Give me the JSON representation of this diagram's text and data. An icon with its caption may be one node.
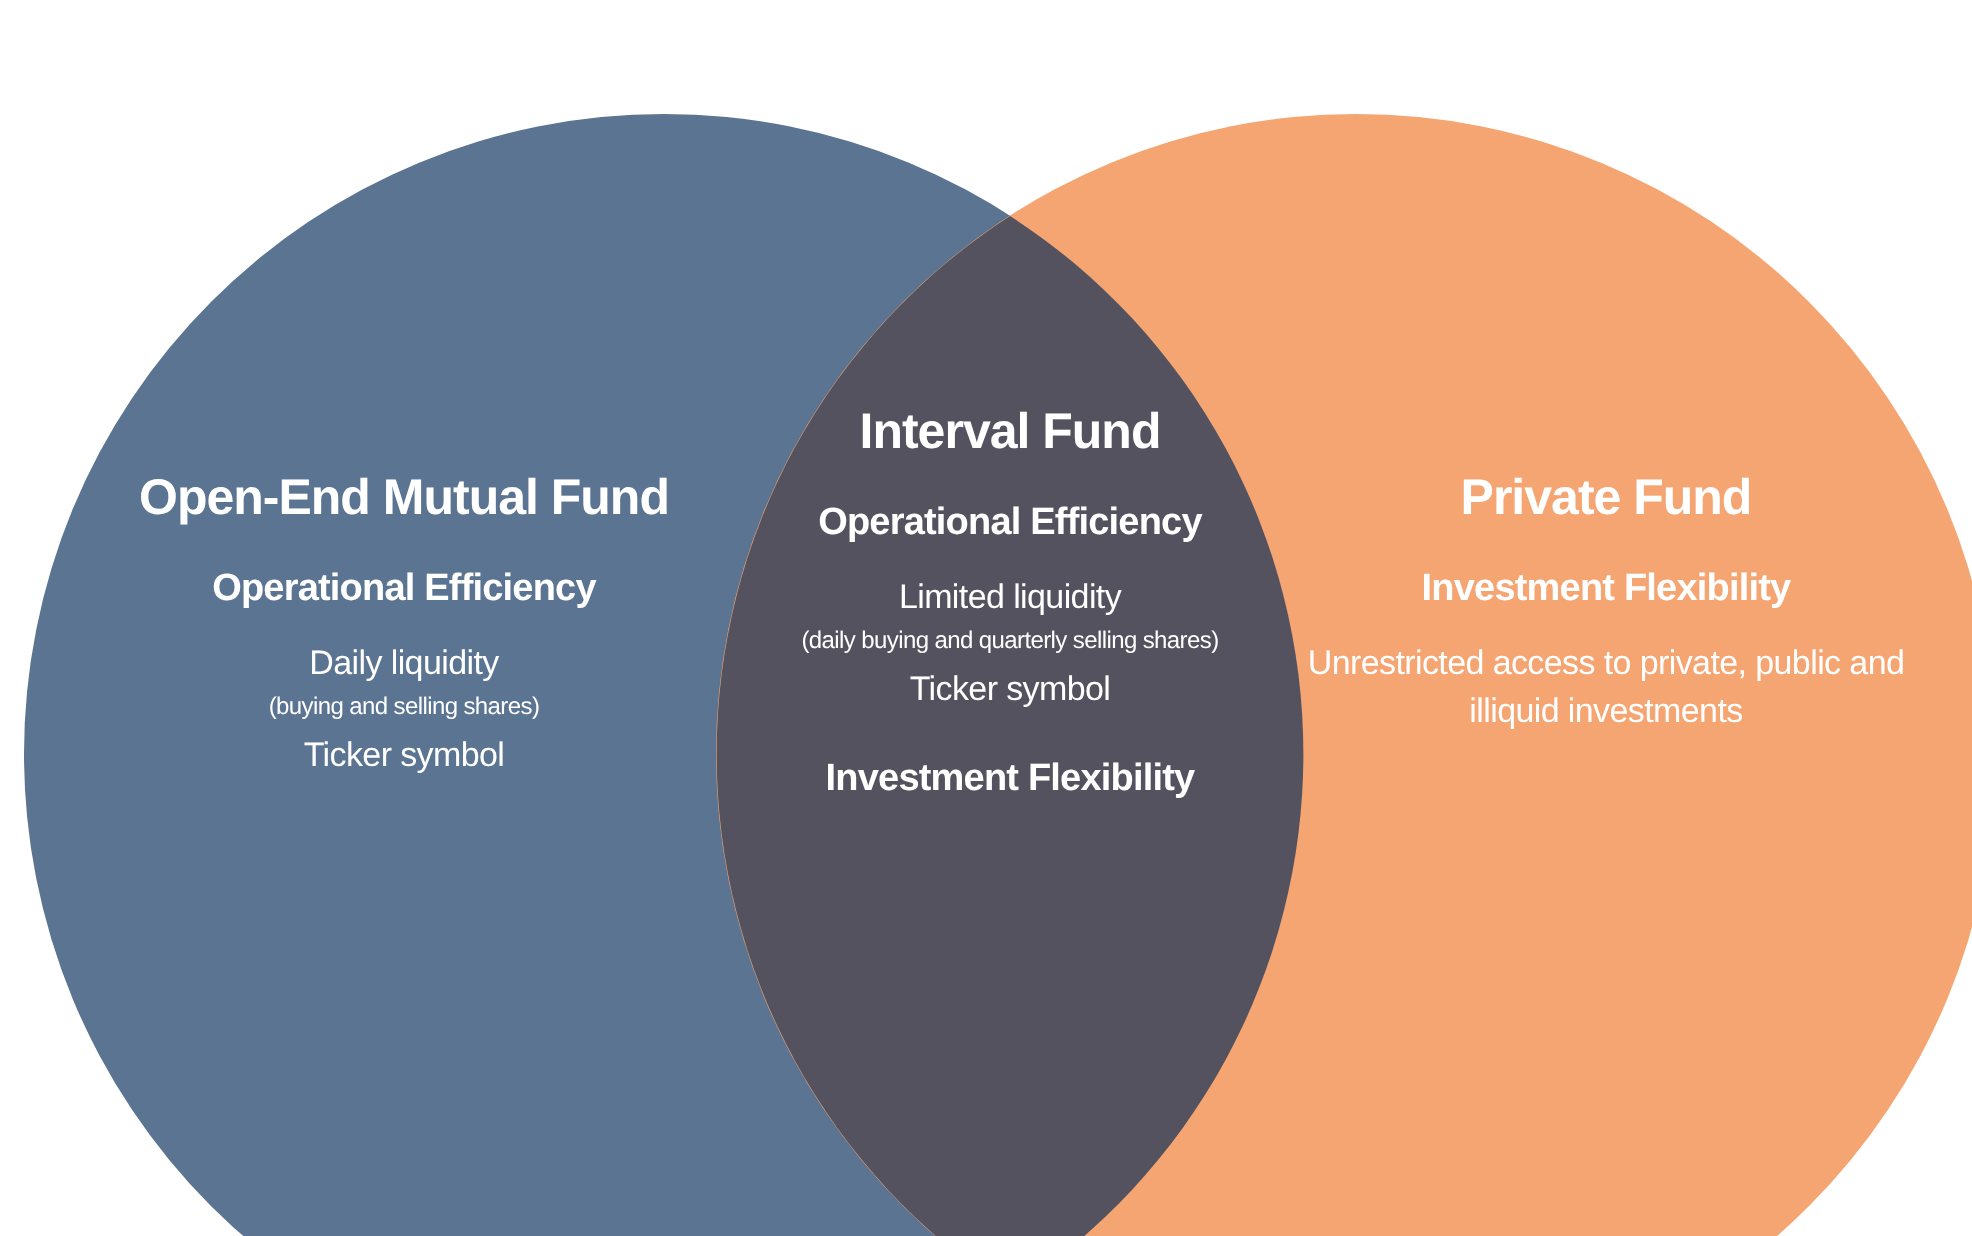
{
  "diagram": {
    "nodes": [
      {
        "text": [
          "Open-End Mutual Fund",
          "Operational Efficiency",
          "Daily liquidity",
          "(buying and selling shares)",
          "Ticker symbol"
        ]
      },
      {
        "text": [
          "Private Fund",
          "Investment Flexibility",
          "Unrestricted access to private, public and illiquid investments"
        ]
      },
      {
        "text": [
          "Interval Fund",
          "Operational Efficiency",
          "Limited liquidity",
          "(daily buying and quarterly selling shares)",
          "Ticker symbol",
          "Investment Flexibility"
        ]
      }
    ]
  }
}
